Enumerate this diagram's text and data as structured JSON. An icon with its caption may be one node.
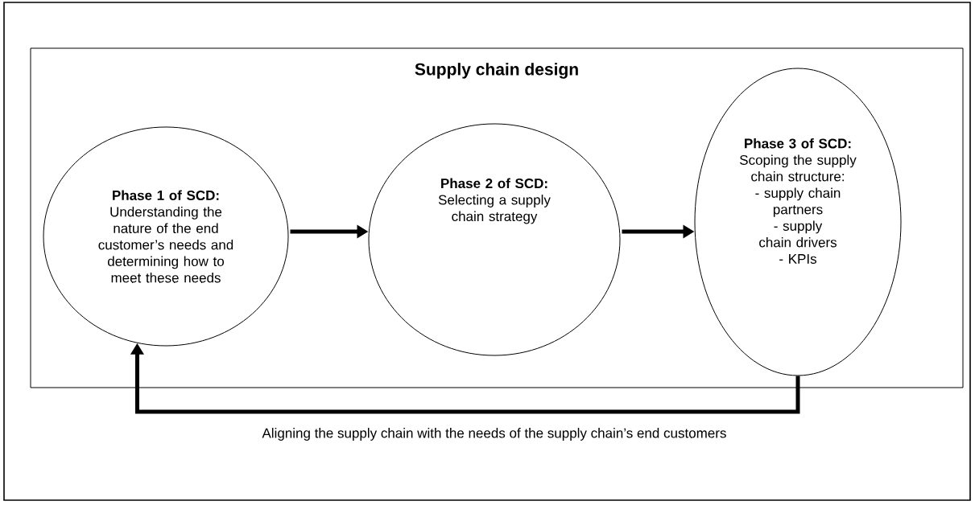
{
  "diagram": {
    "nodes": [
      {
        "text": [
          "Supply chain design"
        ]
      },
      {
        "text": [
          "Phase 1 of SCD:",
          "Understanding the nature of the end customer’s needs and determining how to meet these needs"
        ],
        "in": 0
      },
      {
        "text": [
          "Phase 2 of SCD:",
          "Selecting a supply chain strategy"
        ],
        "in": 0
      },
      {
        "text": [
          "Phase 3 of SCD:",
          "Scoping the supply chain structure:",
          "- supply chain partners",
          "- supply chain drivers",
          "- KPIs"
        ],
        "in": 0
      }
    ],
    "edges": [
      {
        "from": 1,
        "to": 2,
        "arrow": "to"
      },
      {
        "from": 2,
        "to": 3,
        "arrow": "to"
      },
      {
        "from": 3,
        "to": 1,
        "arrow": "to",
        "label": "Aligning the supply chain with the needs of the supply chain’s end customers"
      }
    ]
  }
}
